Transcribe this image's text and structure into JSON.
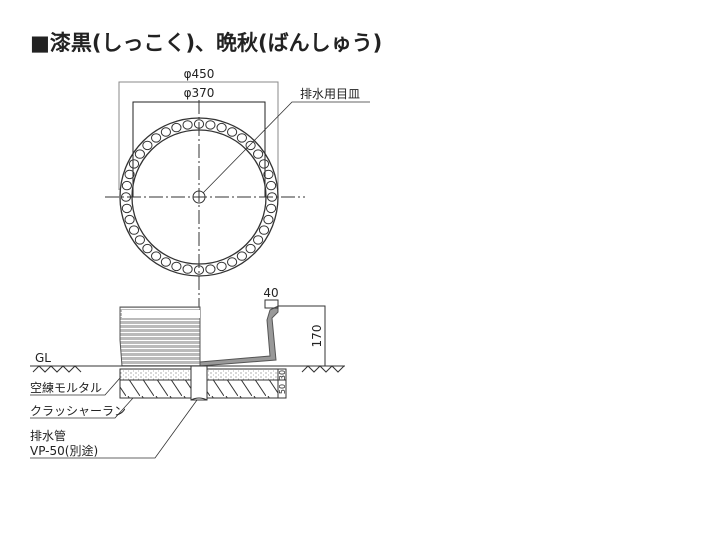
{
  "title": "■漆黒(しっこく)、晩秋(ばんしゅう)",
  "plan_view": {
    "dim_outer": "φ450",
    "dim_inner": "φ370",
    "drain_label": "排水用目皿"
  },
  "section_view": {
    "dim_rim": "40",
    "dim_height": "170",
    "ground_label": "GL",
    "dim_mortar": "30",
    "dim_crusher": "50",
    "mortar_label": "空練モルタル",
    "crusher_label": "クラッシャーラン",
    "pipe_label_1": "排水管",
    "pipe_label_2": "VP-50(別途)"
  }
}
